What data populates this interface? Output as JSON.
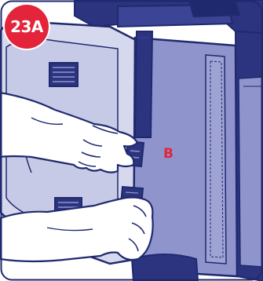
{
  "step_badge": {
    "label": "23A",
    "color": "#e3243a",
    "text_color": "#ffffff"
  },
  "part_label": {
    "text": "B",
    "color": "#e3243a"
  },
  "illustration": {
    "subject": "instructional-diagram",
    "palette": {
      "shell": "#d6d8ee",
      "cover": "#8f95cc",
      "strap": "#2c3480",
      "outline": "#1f2a6e",
      "skin": "#ffffff",
      "background": "#ffffff"
    }
  }
}
